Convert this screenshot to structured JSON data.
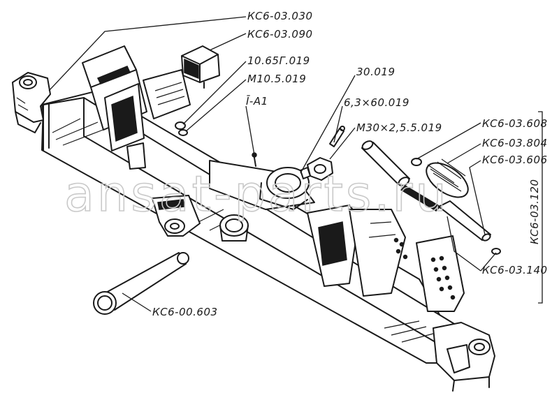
{
  "watermark": "ansat-parts.ru",
  "labels": {
    "l_030": "КС6-03.030",
    "l_090": "КС6-03.090",
    "l_1065": "10.65Г.019",
    "l_m10": "М10.5.019",
    "l_a1": "Ī-А1",
    "l_30019": "30.019",
    "l_63x60": "6,3×60.019",
    "l_m30": "М30×2,5.5.019",
    "l_608": "КС6-03.608",
    "l_804": "КС6-03.804",
    "l_606": "КС6-03.606",
    "l_140": "КС6-03.140",
    "l_603": "КС6-00.603",
    "l_120": "КС6-03.120"
  }
}
